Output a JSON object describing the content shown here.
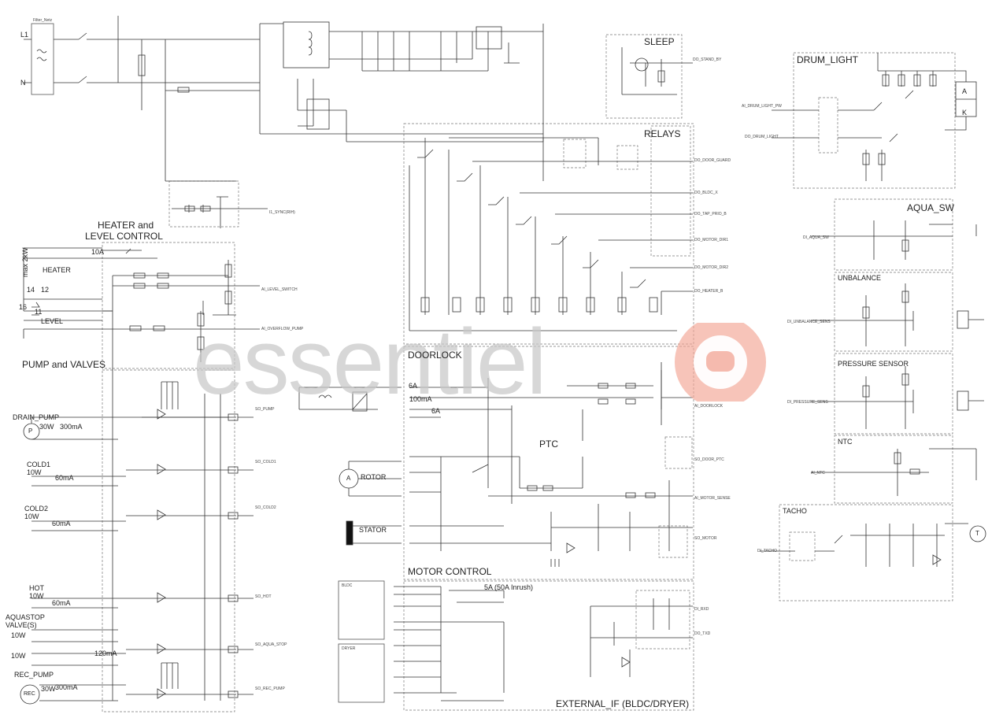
{
  "watermark": "essentiel",
  "blocks": {
    "heater": {
      "title_line1": "HEATER and",
      "title_line2": "LEVEL CONTROL",
      "heater": "HEATER",
      "level": "LEVEL",
      "power": "max 2kW",
      "current": "10A",
      "pin14": "14",
      "pin12": "12",
      "pin16": "16",
      "pin11": "11"
    },
    "pump_valves": {
      "title": "PUMP and VALVES"
    },
    "drain": {
      "name": "DRAIN_PUMP",
      "power": "30W",
      "current": "300mA"
    },
    "cold1": {
      "name": "COLD1",
      "power": "10W",
      "current": "60mA"
    },
    "cold2": {
      "name": "COLD2",
      "power": "10W",
      "current": "60mA"
    },
    "hot": {
      "name": "HOT",
      "power": "10W",
      "current": "60mA"
    },
    "aquastop": {
      "name_line1": "AQUASTOP",
      "name_line2": "VALVE(S)",
      "power1": "10W",
      "power2": "10W",
      "current": "120mA"
    },
    "rec": {
      "name": "REC_PUMP",
      "power": "30W",
      "current": "300mA",
      "symbol": "REC"
    },
    "sleep": {
      "title": "SLEEP"
    },
    "relays": {
      "title": "RELAYS"
    },
    "doorlock": {
      "title": "DOORLOCK",
      "i1": "6A",
      "i2": "100mA",
      "i3": "6A"
    },
    "ptc": {
      "title": "PTC"
    },
    "rotor": {
      "label": "ROTOR",
      "symbol": "A"
    },
    "stator": {
      "label": "STATOR"
    },
    "motor": {
      "title": "MOTOR CONTROL"
    },
    "ext": {
      "title": "EXTERNAL_IF (BLDC/DRYER)",
      "inrush": "5A (50A Inrush)",
      "box1": "BLDC",
      "box2": "DRYER"
    },
    "drum": {
      "title": "DRUM_LIGHT",
      "a": "A",
      "k": "K"
    },
    "aqua_sw": {
      "title": "AQUA_SW"
    },
    "unbalance": {
      "title": "UNBALANCE"
    },
    "pressure": {
      "title": "PRESSURE SENSOR"
    },
    "ntc": {
      "title": "NTC"
    },
    "tacho": {
      "title": "TACHO",
      "symbol": "T"
    },
    "mains": {
      "l1": "L1",
      "n": "N",
      "filter": "Filter_Netz"
    }
  },
  "nets": {
    "sync": "I1_SYNC(RIH)",
    "level_sw": "AI_LEVEL_SWITCH",
    "overflow": "AI_OVERFLOW_PUMP",
    "pump": "SO_PUMP",
    "cold1": "SO_COLD1",
    "cold2": "SO_COLD2",
    "hot": "SO_HOT",
    "aqua_stop": "SO_AQUA_STOP",
    "rec_pump": "SO_REC_PUMP",
    "door_guard": "DO_DOOR_GUARD",
    "bldc": "DO_BLDC_X",
    "tap": "DO_TAP_PRIO_B",
    "motor_dir1": "DO_MOTOR_DIR1",
    "motor_dir2": "DO_MOTOR_DIR2",
    "heater_b": "DO_HEATER_B",
    "doorlock": "AI_DOORLOCK",
    "door_ptc": "SO_DOOR_PTC",
    "motor_sense": "AI_MOTOR_SENSE",
    "motor": "SO_MOTOR",
    "rx": "DI_RXD",
    "tx": "DO_TXD",
    "standby": "DO_STAND_BY",
    "drum_pwm": "AI_DRUM_LIGHT_PW",
    "drum_light": "DO_DRUM_LIGHT",
    "aqua_sw": "DI_AQUA_SW",
    "unbalance": "DI_UNBALANCE_SENS",
    "pressure": "DI_PRESSURE_SENS",
    "ntc": "AI_NTC",
    "tacho": "DI_TACHO"
  }
}
